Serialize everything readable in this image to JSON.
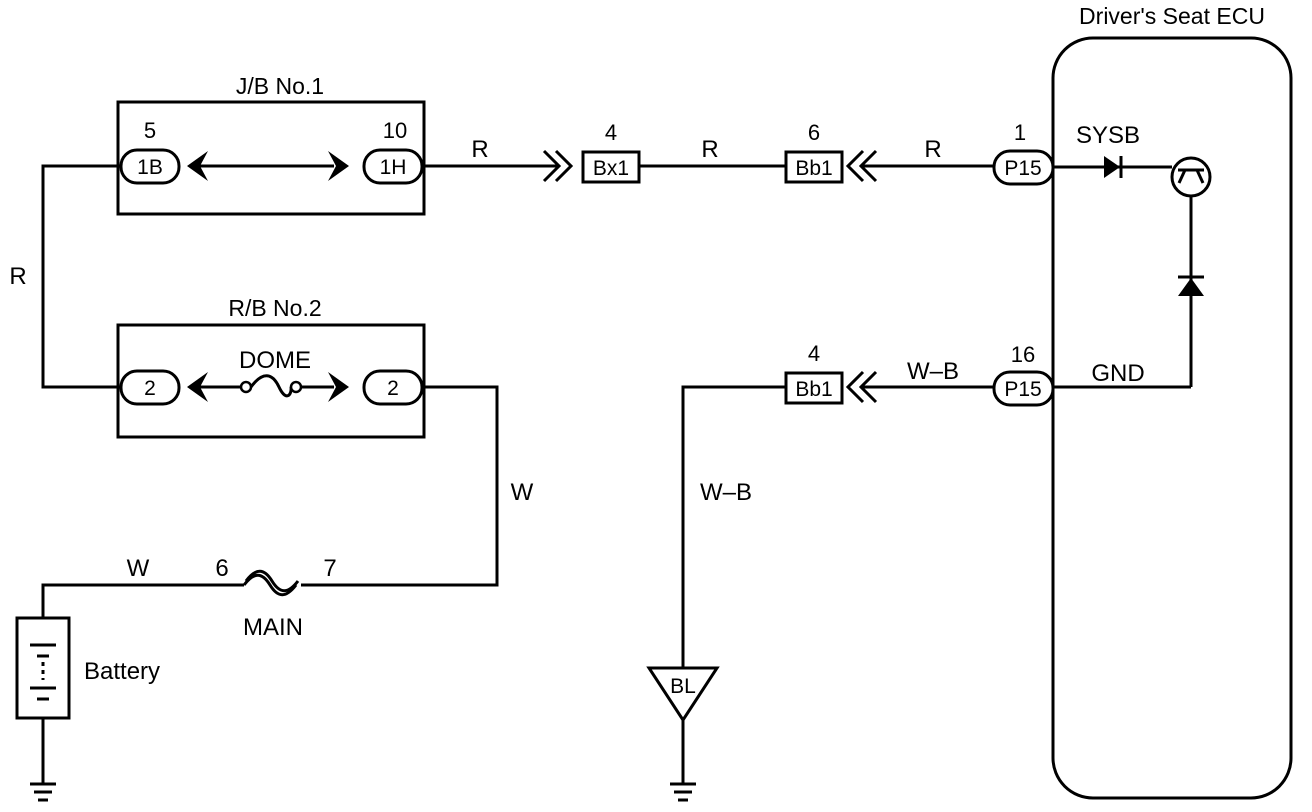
{
  "ecu": {
    "title": "Driver's Seat ECU"
  },
  "jb1": {
    "title": "J/B No.1",
    "left_pin": "5",
    "left_connector": "1B",
    "right_pin": "10",
    "right_connector": "1H"
  },
  "rb2": {
    "title": "R/B No.2",
    "left_connector": "2",
    "right_connector": "2",
    "fuse_name": "DOME"
  },
  "connectors": {
    "bx1": {
      "pin": "4",
      "label": "Bx1"
    },
    "bb1_top": {
      "pin": "6",
      "label": "Bb1"
    },
    "bb1_bottom": {
      "pin": "4",
      "label": "Bb1"
    },
    "p15_top": {
      "pin": "1",
      "label": "P15"
    },
    "p15_bottom": {
      "pin": "16",
      "label": "P15"
    }
  },
  "terminals": {
    "sysb": "SYSB",
    "gnd": "GND"
  },
  "wire_colors": {
    "jb_to_bx1": "R",
    "bx1_to_bb1": "R",
    "bb1_to_p15": "R",
    "left_vertical": "R",
    "rb2_to_main": "W",
    "main_to_battery": "W",
    "bb1_to_p15_ground": "W–B",
    "ground_vertical": "W–B"
  },
  "main_fuse": {
    "name": "MAIN",
    "pin_left": "6",
    "pin_right": "7"
  },
  "battery": {
    "label": "Battery"
  },
  "ground_point": {
    "label": "BL"
  }
}
